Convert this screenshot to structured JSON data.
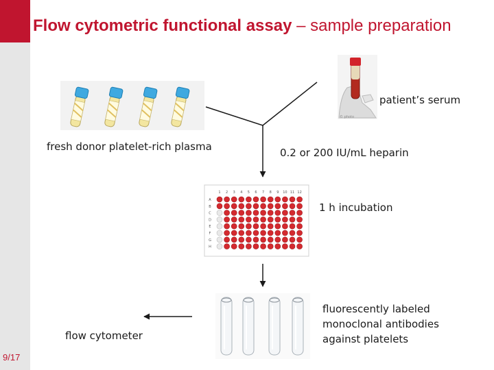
{
  "slide": {
    "title_bold": "Flow cytometric functional assay",
    "title_rest": " – sample preparation",
    "page_number": "9/17"
  },
  "labels": {
    "patient_serum": "patient’s serum",
    "donor_prp": "fresh donor platelet-rich plasma",
    "heparin": "0.2 or 200 IU/mL heparin",
    "incubation": "1 h incubation",
    "antibodies_line1": "fluorescently labeled",
    "antibodies_line2": "monoclonal antibodies",
    "antibodies_line3": "against platelets",
    "cytometer": "flow cytometer"
  },
  "plate": {
    "columns": [
      "1",
      "2",
      "3",
      "4",
      "5",
      "6",
      "7",
      "8",
      "9",
      "10",
      "11",
      "12"
    ],
    "rows": [
      "A",
      "B",
      "C",
      "D",
      "E",
      "F",
      "G",
      "H"
    ]
  },
  "colors": {
    "accent": "#c0152f",
    "tube_cap": "#3fa9e0",
    "well_red": "#d42a2f"
  }
}
